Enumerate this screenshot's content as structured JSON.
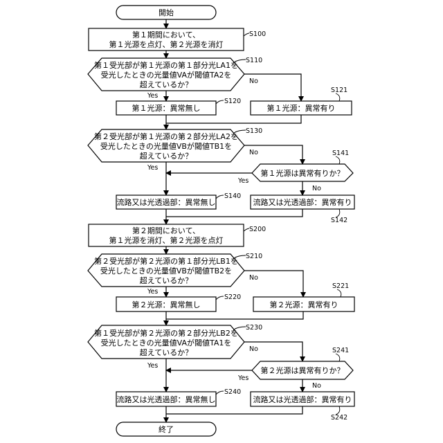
{
  "start": "開始",
  "end": "終了",
  "steps": {
    "s100": {
      "lines": [
        "第１期間において、",
        "第１光源を点灯、第２光源を消灯"
      ],
      "code": "S100"
    },
    "s110": {
      "lines": [
        "第１受光部が第１光源の第１部分光LA1を",
        "受光したときの光量値VAが閾値TA2を",
        "超えているか？"
      ],
      "code": "S110"
    },
    "s120": {
      "lines": [
        "第１光源：異常無し"
      ],
      "code": "S120"
    },
    "s121": {
      "lines": [
        "第１光源：異常有り"
      ],
      "code": "S121"
    },
    "s130": {
      "lines": [
        "第２受光部が第１光源の第２部分光LA2を",
        "受光したときの光量値VBが閾値TB1を",
        "超えているか？"
      ],
      "code": "S130"
    },
    "s141": {
      "lines": [
        "第１光源は異常有りか？"
      ],
      "code": "S141"
    },
    "s140": {
      "lines": [
        "流路又は光透過部：異常無し"
      ],
      "code": "S140"
    },
    "s142": {
      "lines": [
        "流路又は光透過部：異常有り"
      ],
      "code": "S142"
    },
    "s200": {
      "lines": [
        "第２期間において、",
        "第１光源を消灯、第２光源を点灯"
      ],
      "code": "S200"
    },
    "s210": {
      "lines": [
        "第２受光部が第２光源の第１部分光LB1を",
        "受光したときの光量値VBが閾値TB2を",
        "超えているか？"
      ],
      "code": "S210"
    },
    "s220": {
      "lines": [
        "第２光源：異常無し"
      ],
      "code": "S220"
    },
    "s221": {
      "lines": [
        "第２光源：異常有り"
      ],
      "code": "S221"
    },
    "s230": {
      "lines": [
        "第１受光部が第２光源の第２部分光LB2を",
        "受光したときの光量値VAが閾値TA1を",
        "超えているか？"
      ],
      "code": "S230"
    },
    "s241": {
      "lines": [
        "第２光源は異常有りか？"
      ],
      "code": "S241"
    },
    "s240": {
      "lines": [
        "流路又は光透過部：異常無し"
      ],
      "code": "S240"
    },
    "s242": {
      "lines": [
        "流路又は光透過部：異常有り"
      ],
      "code": "S242"
    }
  },
  "branch": {
    "yes": "Yes",
    "no": "No"
  }
}
